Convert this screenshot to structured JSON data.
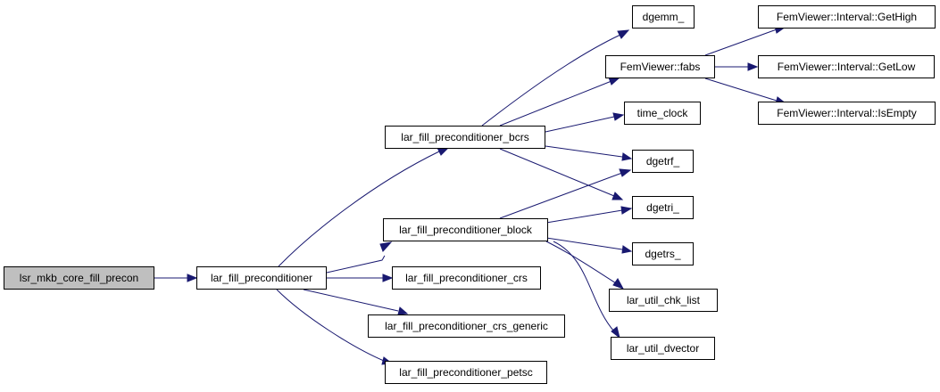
{
  "colors": {
    "edge": "#191970",
    "node_border": "#000000",
    "node_fill": "#ffffff",
    "root_fill": "#bfbfbf"
  },
  "nodes": {
    "root": "lsr_mkb_core_fill_precon",
    "lar_fill_preconditioner": "lar_fill_preconditioner",
    "lar_fill_preconditioner_bcrs": "lar_fill_preconditioner_bcrs",
    "lar_fill_preconditioner_block": "lar_fill_preconditioner_block",
    "lar_fill_preconditioner_crs": "lar_fill_preconditioner_crs",
    "lar_fill_preconditioner_crs_generic": "lar_fill_preconditioner_crs_generic",
    "lar_fill_preconditioner_petsc": "lar_fill_preconditioner_petsc",
    "dgemm": "dgemm_",
    "fabs": "FemViewer::fabs",
    "time_clock": "time_clock",
    "dgetrf": "dgetrf_",
    "dgetri": "dgetri_",
    "dgetrs": "dgetrs_",
    "lar_util_chk_list": "lar_util_chk_list",
    "lar_util_dvector": "lar_util_dvector",
    "get_high": "FemViewer::Interval::GetHigh",
    "get_low": "FemViewer::Interval::GetLow",
    "is_empty": "FemViewer::Interval::IsEmpty"
  }
}
